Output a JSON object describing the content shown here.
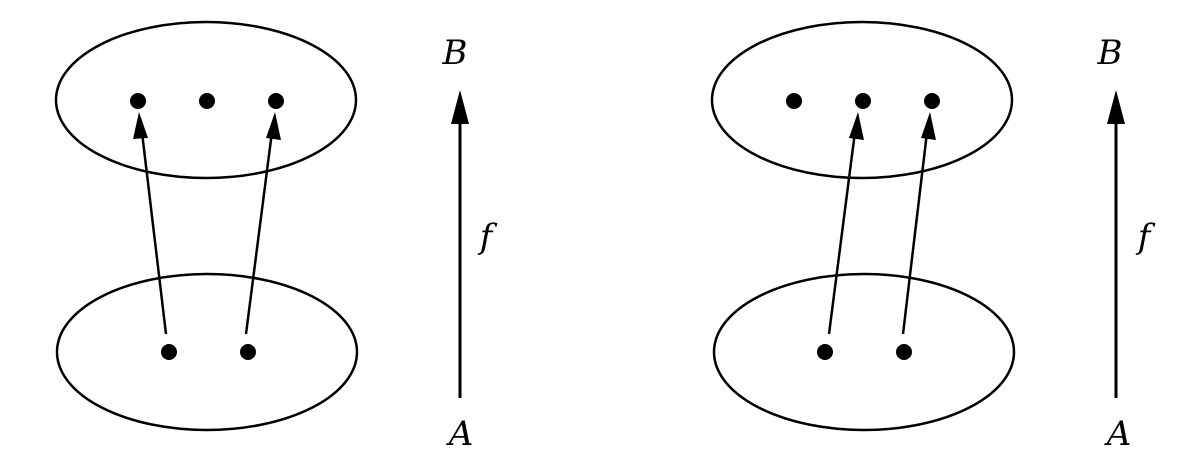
{
  "panels": [
    {
      "codomain_label": "B",
      "domain_label": "A",
      "function_label": "f",
      "codomain_point_count": 3,
      "domain_point_count": 2,
      "mapping": [
        0,
        2
      ]
    },
    {
      "codomain_label": "B",
      "domain_label": "A",
      "function_label": "f",
      "codomain_point_count": 3,
      "domain_point_count": 2,
      "mapping": [
        1,
        2
      ]
    }
  ],
  "colors": {
    "ink": "#000000",
    "background": "#ffffff"
  }
}
